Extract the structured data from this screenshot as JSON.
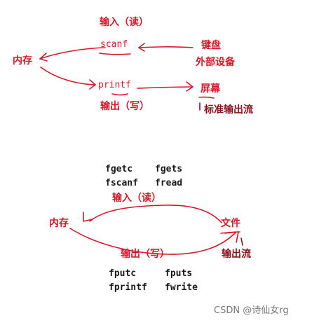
{
  "top": {
    "input_read": "输入（读）",
    "memory": "内存",
    "scanf": "scanf",
    "printf": "printf",
    "keyboard": "键盘",
    "external_devices": "外部设备",
    "screen": "屏幕",
    "output_write": "输出（写）",
    "stdout": "标准输出流"
  },
  "bottom": {
    "fgetc": "fgetc",
    "fgets": "fgets",
    "fscanf": "fscanf",
    "fread": "fread",
    "input_read": "输入（读）",
    "memory": "内存",
    "file": "文件",
    "output_write": "输出（写）",
    "output_stream": "输出流",
    "fputc": "fputc",
    "fputs": "fputs",
    "fprintf": "fprintf",
    "fwrite": "fwrite"
  },
  "watermark": "CSDN @诗仙女rg",
  "colors": {
    "ink_red": "#d8182a",
    "ink_dark": "#8a0f1c"
  }
}
